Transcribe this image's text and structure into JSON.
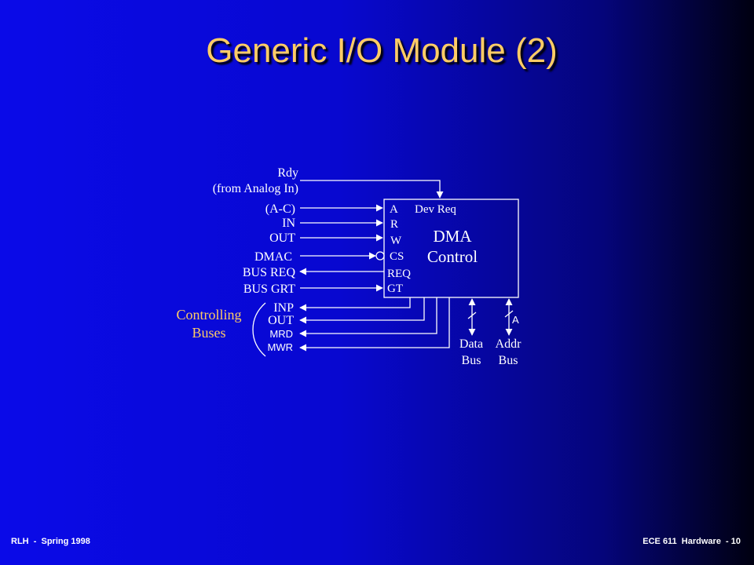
{
  "slide": {
    "title": "Generic I/O Module (2)",
    "footer_left": "RLH  -  Spring 1998",
    "footer_right": "ECE 611  Hardware  - 10"
  },
  "diagram": {
    "box": {
      "title_line1": "DMA",
      "title_line2": "Control",
      "dev_req": "Dev Req",
      "pins": {
        "a": "A",
        "r": "R",
        "w": "W",
        "cs": "CS",
        "req": "REQ",
        "gt": "GT"
      }
    },
    "signals": {
      "rdy": "Rdy",
      "rdy_note": "(from Analog In)",
      "ac": "(A-C)",
      "in": "IN",
      "out": "OUT",
      "dmac": "DMAC",
      "bus_req": "BUS REQ",
      "bus_grt": "BUS GRT",
      "inp": "INP",
      "out2": "OUT",
      "mrd": "MRD",
      "mwr": "MWR"
    },
    "controlling_buses": {
      "line1": "Controlling",
      "line2": "Buses"
    },
    "data_bus": {
      "line1": "Data",
      "line2": "Bus"
    },
    "addr_bus": {
      "line1": "Addr",
      "line2": "Bus",
      "width": "A"
    }
  },
  "colors": {
    "title": "#ffcc66",
    "background_left": "#0a0ae8",
    "background_right": "#000010",
    "lines": "#ffffff"
  }
}
